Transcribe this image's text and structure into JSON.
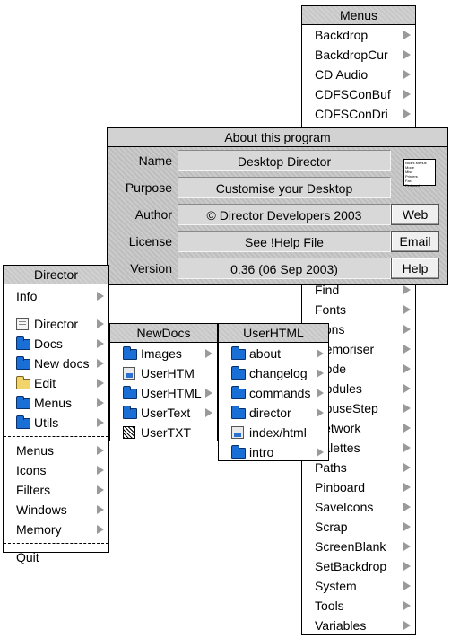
{
  "menus_menu": {
    "title": "Menus",
    "items_top": [
      "Backdrop",
      "BackdropCur",
      "CD Audio",
      "CDFSConBuf",
      "CDFSConDri"
    ],
    "items_bottom": [
      "Find",
      "Fonts",
      "Icons",
      "Memoriser",
      "Mode",
      "Modules",
      "MouseStep",
      "Network",
      "Palettes",
      "Paths",
      "Pinboard",
      "SaveIcons",
      "Scrap",
      "ScreenBlank",
      "SetBackdrop",
      "System",
      "Tools",
      "Variables"
    ],
    "visible_fragments": [
      "ons",
      "emoriser",
      "ode",
      "odules",
      "ouseStep",
      "etwork",
      "alettes"
    ]
  },
  "about": {
    "title": "About this program",
    "name_label": "Name",
    "name_value": "Desktop Director",
    "purpose_label": "Purpose",
    "purpose_value": "Customise your Desktop",
    "author_label": "Author",
    "author_value": "© Director Developers 2003",
    "license_label": "License",
    "license_value": "See !Help File",
    "version_label": "Version",
    "version_value": "0.36 (06 Sep 2003)",
    "web_button": "Web",
    "email_button": "Email",
    "help_button": "Help",
    "thumb_lines": [
      "Nick's Menus",
      "Mode",
      "Misc",
      "Printers",
      "Fax",
      "Pinboard"
    ]
  },
  "director_menu": {
    "title": "Director",
    "info": "Info",
    "folders": [
      {
        "label": "Director",
        "icon": "director-app-icon"
      },
      {
        "label": "Docs",
        "icon": "folder-icon"
      },
      {
        "label": "New docs",
        "icon": "folder-icon"
      },
      {
        "label": "Edit",
        "icon": "folder-open-icon"
      },
      {
        "label": "Menus",
        "icon": "folder-icon"
      },
      {
        "label": "Utils",
        "icon": "folder-icon"
      }
    ],
    "items": [
      "Menus",
      "Icons",
      "Filters",
      "Windows",
      "Memory"
    ],
    "quit": "Quit"
  },
  "newdocs_menu": {
    "title": "NewDocs",
    "items": [
      {
        "label": "Images",
        "icon": "folder-icon",
        "submenu": true
      },
      {
        "label": "UserHTM",
        "icon": "html-file-icon",
        "submenu": false
      },
      {
        "label": "UserHTML",
        "icon": "folder-icon",
        "submenu": true
      },
      {
        "label": "UserText",
        "icon": "folder-icon",
        "submenu": true
      },
      {
        "label": "UserTXT",
        "icon": "text-file-icon",
        "submenu": false
      }
    ]
  },
  "userhtml_menu": {
    "title": "UserHTML",
    "items": [
      {
        "label": "about",
        "icon": "folder-icon",
        "submenu": true
      },
      {
        "label": "changelog",
        "icon": "folder-icon",
        "submenu": true
      },
      {
        "label": "commands",
        "icon": "folder-icon",
        "submenu": true
      },
      {
        "label": "director",
        "icon": "folder-icon",
        "submenu": true
      },
      {
        "label": "index/html",
        "icon": "html-file-icon",
        "submenu": false
      },
      {
        "label": "intro",
        "icon": "folder-icon",
        "submenu": true
      }
    ]
  }
}
